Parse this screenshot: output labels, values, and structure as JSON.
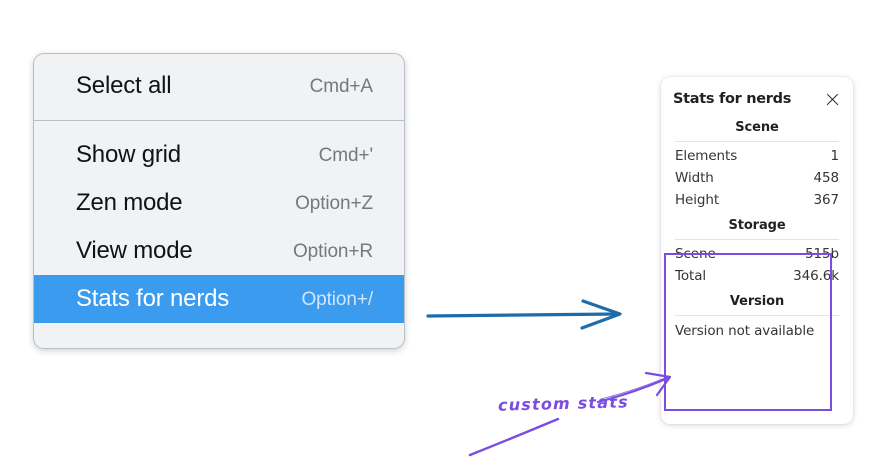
{
  "colors": {
    "menu_background": "#f1f2f4",
    "menu_border": "#b9bfc9",
    "menu_highlight": "#3b9bef",
    "menu_highlight_text": "#ffffff",
    "annotation_purple": "#7a4ce0",
    "annotation_blue": "#1f6cab",
    "panel_background": "#ffffff"
  },
  "context_menu": {
    "groups": [
      {
        "items": [
          {
            "label": "Select all",
            "shortcut": "Cmd+A",
            "selected": false
          }
        ]
      },
      {
        "items": [
          {
            "label": "Show grid",
            "shortcut": "Cmd+'",
            "selected": false
          },
          {
            "label": "Zen mode",
            "shortcut": "Option+Z",
            "selected": false
          },
          {
            "label": "View mode",
            "shortcut": "Option+R",
            "selected": false
          },
          {
            "label": "Stats for nerds",
            "shortcut": "Option+/",
            "selected": true
          }
        ]
      }
    ]
  },
  "stats_panel": {
    "title": "Stats for nerds",
    "close_icon": "close-icon",
    "sections": [
      {
        "heading": "Scene",
        "rows": [
          {
            "label": "Elements",
            "value": "1"
          },
          {
            "label": "Width",
            "value": "458"
          },
          {
            "label": "Height",
            "value": "367"
          }
        ]
      },
      {
        "heading": "Storage",
        "rows": [
          {
            "label": "Scene",
            "value": "515b"
          },
          {
            "label": "Total",
            "value": "346.6k"
          }
        ]
      },
      {
        "heading": "Version",
        "note": "Version not available"
      }
    ]
  },
  "annotations": {
    "custom_stats_label": "custom stats",
    "blue_arrow": "arrow-right-icon",
    "purple_arrow": "arrow-up-right-icon",
    "purple_underline": "underline-stroke-icon",
    "highlight_box": "custom-stats-highlight-box"
  }
}
